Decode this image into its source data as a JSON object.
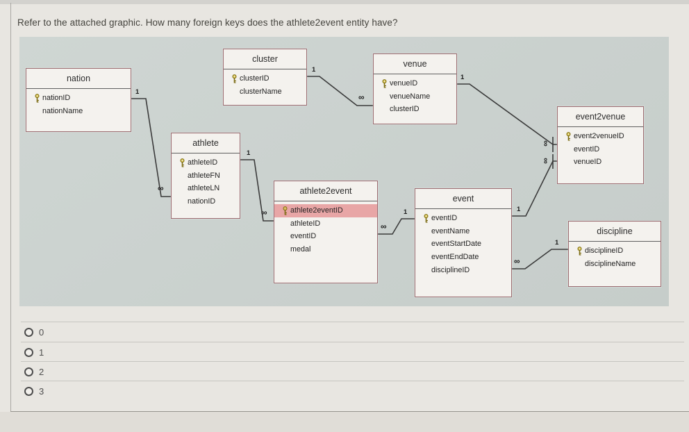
{
  "question": {
    "text": "Refer to the attached graphic. How many foreign keys does the athlete2event entity have?"
  },
  "diagram": {
    "entities": [
      {
        "name": "nation",
        "fields": [
          {
            "name": "nationID",
            "pk": true
          },
          {
            "name": "nationName",
            "pk": false
          }
        ]
      },
      {
        "name": "cluster",
        "fields": [
          {
            "name": "clusterID",
            "pk": true
          },
          {
            "name": "clusterName",
            "pk": false
          }
        ]
      },
      {
        "name": "venue",
        "fields": [
          {
            "name": "venueID",
            "pk": true
          },
          {
            "name": "venueName",
            "pk": false
          },
          {
            "name": "clusterID",
            "pk": false
          }
        ]
      },
      {
        "name": "athlete",
        "fields": [
          {
            "name": "athleteID",
            "pk": true
          },
          {
            "name": "athleteFN",
            "pk": false
          },
          {
            "name": "athleteLN",
            "pk": false
          },
          {
            "name": "nationID",
            "pk": false
          }
        ]
      },
      {
        "name": "athlete2event",
        "fields": [
          {
            "name": "athlete2eventID",
            "pk": true,
            "highlight": true
          },
          {
            "name": "athleteID",
            "pk": false
          },
          {
            "name": "eventID",
            "pk": false
          },
          {
            "name": "medal",
            "pk": false
          }
        ]
      },
      {
        "name": "event",
        "fields": [
          {
            "name": "eventID",
            "pk": true
          },
          {
            "name": "eventName",
            "pk": false
          },
          {
            "name": "eventStartDate",
            "pk": false
          },
          {
            "name": "eventEndDate",
            "pk": false
          },
          {
            "name": "disciplineID",
            "pk": false
          }
        ]
      },
      {
        "name": "event2venue",
        "fields": [
          {
            "name": "event2venueID",
            "pk": true
          },
          {
            "name": "eventID",
            "pk": false
          },
          {
            "name": "venueID",
            "pk": false
          }
        ]
      },
      {
        "name": "discipline",
        "fields": [
          {
            "name": "disciplineID",
            "pk": true
          },
          {
            "name": "disciplineName",
            "pk": false
          }
        ]
      }
    ],
    "connectors": [
      {
        "from": "nation",
        "to": "athlete",
        "from_card": "1",
        "to_card": "∞"
      },
      {
        "from": "cluster",
        "to": "venue",
        "from_card": "1",
        "to_card": "∞"
      },
      {
        "from": "venue",
        "to": "event2venue",
        "from_card": "1",
        "to_card": "∞"
      },
      {
        "from": "event",
        "to": "event2venue",
        "from_card": "1",
        "to_card": "∞"
      },
      {
        "from": "athlete",
        "to": "athlete2event",
        "from_card": "1",
        "to_card": "∞"
      },
      {
        "from": "event",
        "to": "athlete2event",
        "from_card": "1",
        "to_card": "∞"
      },
      {
        "from": "event",
        "to": "discipline",
        "from_card": "∞",
        "to_card": "1"
      }
    ]
  },
  "options": [
    {
      "label": "0"
    },
    {
      "label": "1"
    },
    {
      "label": "2"
    },
    {
      "label": "3"
    }
  ],
  "colors": {
    "panel_bg": "#cbd2cf",
    "entity_border": "#9c6b70",
    "entity_fill": "#f4f2ee",
    "pk_highlight": "#e8a6a6",
    "key_icon": "#d8c24a",
    "line": "#3a3a3a"
  }
}
